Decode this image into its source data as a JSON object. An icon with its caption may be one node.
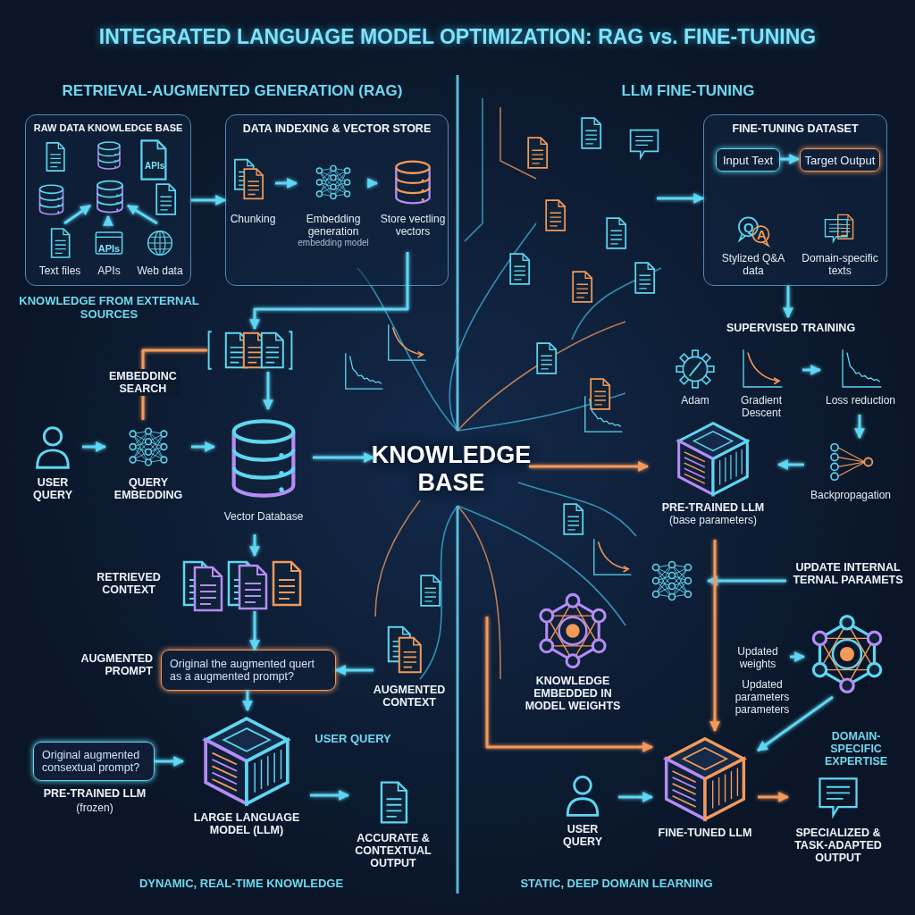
{
  "diagram": {
    "title": "INTEGRATED LANGUAGE MODEL OPTIMIZATION: RAG vs. FINE-TUNING",
    "nodes": [
      {
        "text": [
          "RAW DATA KNOWLEDGE BASE"
        ],
        "beside": [
          "KNOWLEDGE FROM EXTERNAL SOURCES"
        ]
      },
      {
        "text": [
          "Text files"
        ],
        "in": 0
      },
      {
        "text": [
          "APIs",
          "APIs"
        ],
        "in": 0
      },
      {
        "text": [
          "Web data"
        ],
        "in": 0
      },
      {
        "text": [],
        "shape": "cylinder",
        "in": 0
      },
      {
        "text": [
          "DATA INDEXING & VECTOR STORE"
        ]
      },
      {
        "text": [
          "Chunking"
        ],
        "in": 5
      },
      {
        "text": [
          "Embedding generation",
          "embedding model"
        ],
        "in": 5
      },
      {
        "text": [
          "Store vectling vectors"
        ],
        "in": 5
      },
      {
        "text": [],
        "shape": "picture"
      },
      {
        "text": [
          "USER QUERY"
        ]
      },
      {
        "text": [
          "QUERY EMBEDDING"
        ]
      },
      {
        "text": [
          "Vector Database"
        ]
      },
      {
        "text": [
          "KNOWLEDGE BASE"
        ]
      },
      {
        "text": [
          "RETRIEVED CONTEXT"
        ]
      },
      {
        "text": [
          "Original the augmented quert as a augmented prompt?"
        ],
        "beside": [
          "AUGMENTED PROMPT"
        ]
      },
      {
        "text": [
          "AUGMENTED CONTEXT"
        ]
      },
      {
        "text": [
          "LARGE LANGUAGE MODEL (LLM)"
        ]
      },
      {
        "text": [
          "Original augmented consextual prompt?"
        ],
        "beside": [
          "PRE-TRAINED LLM",
          "(frozen)"
        ]
      },
      {
        "text": [
          "ACCURATE & CONTEXTUAL OUTPUT"
        ]
      },
      {
        "text": [
          "FINE-TUNING DATASET"
        ]
      },
      {
        "text": [
          "Input Text"
        ],
        "in": 20
      },
      {
        "text": [
          "Target Output"
        ],
        "in": 20
      },
      {
        "text": [
          "Q",
          "A",
          "Stylized Q&A data"
        ],
        "in": 20
      },
      {
        "text": [
          "Domain-specific texts"
        ],
        "in": 20
      },
      {
        "text": [
          "SUPERVISED TRAINING"
        ]
      },
      {
        "text": [
          "Adam"
        ]
      },
      {
        "text": [
          "Gradient Descent"
        ]
      },
      {
        "text": [
          "Loss reduction"
        ]
      },
      {
        "text": [
          "Backpropagation"
        ]
      },
      {
        "text": [
          "PRE-TRAINED LLM",
          "(base parameters)"
        ]
      },
      {
        "text": [
          "UPDATE INTERNAL TERNAL PARAMETS"
        ]
      },
      {
        "text": [],
        "shape": "picture"
      },
      {
        "text": [
          "KNOWLEDGE EMBEDDED IN MODEL WEIGHTS"
        ]
      },
      {
        "text": [
          "Updated weights"
        ]
      },
      {
        "text": [],
        "shape": "picture"
      },
      {
        "text": [
          "FINE-TUNED LLM"
        ]
      },
      {
        "text": [
          "USER QUERY"
        ]
      },
      {
        "text": [
          "SPECIALIZED & TASK-ADAPTED OUTPUT"
        ]
      }
    ],
    "edges": [
      {
        "from": 1,
        "to": 4,
        "arrow": "to"
      },
      {
        "from": 2,
        "to": 4,
        "arrow": "to"
      },
      {
        "from": 3,
        "to": 4,
        "arrow": "to"
      },
      {
        "from": 0,
        "to": 5,
        "arrow": "to"
      },
      {
        "from": 6,
        "to": 7,
        "arrow": "to"
      },
      {
        "from": 7,
        "to": 8,
        "arrow": "to"
      },
      {
        "from": 8,
        "to": 9,
        "arrow": "to"
      },
      {
        "from": 10,
        "to": 11,
        "arrow": "to"
      },
      {
        "from": 11,
        "to": 12,
        "arrow": "to"
      },
      {
        "from": 9,
        "to": 12,
        "arrow": "to"
      },
      {
        "from": 11,
        "to": 9,
        "arrow": "none",
        "label": "EMBEDDINC SEARCH",
        "color": "#f39a5b"
      },
      {
        "from": 12,
        "to": 13,
        "arrow": "to"
      },
      {
        "from": 12,
        "to": 14,
        "arrow": "to"
      },
      {
        "from": 14,
        "to": 15,
        "arrow": "to"
      },
      {
        "from": 16,
        "to": 15,
        "arrow": "to"
      },
      {
        "from": 15,
        "to": 17,
        "arrow": "to"
      },
      {
        "from": 18,
        "to": 17,
        "arrow": "to"
      },
      {
        "from": 17,
        "to": 19,
        "arrow": "to"
      },
      {
        "from": 21,
        "to": 22,
        "arrow": "to"
      },
      {
        "from": null,
        "to": 20,
        "arrow": "to"
      },
      {
        "from": 20,
        "to": 25,
        "arrow": "to"
      },
      {
        "from": 27,
        "to": 28,
        "arrow": "to"
      },
      {
        "from": 28,
        "to": 29,
        "arrow": "to"
      },
      {
        "from": 29,
        "to": 30,
        "arrow": "to"
      },
      {
        "from": 13,
        "to": 30,
        "arrow": "to",
        "color": "#f39a5b"
      },
      {
        "from": 31,
        "to": 32,
        "arrow": "to"
      },
      {
        "from": 34,
        "to": 35,
        "arrow": "to"
      },
      {
        "from": 30,
        "to": 36,
        "arrow": "to",
        "color": "#f39a5b"
      },
      {
        "from": 35,
        "to": 36,
        "arrow": "to",
        "label": "DOMAIN-SPECIFIC EXPERTISE"
      },
      {
        "from": null,
        "to": 36,
        "arrow": "to",
        "color": "#f39a5b"
      },
      {
        "from": 37,
        "to": 36,
        "arrow": "to"
      },
      {
        "from": 36,
        "to": 38,
        "arrow": "to",
        "color": "#f39a5b"
      }
    ],
    "labels": [
      "RETRIEVAL-AUGMENTED GENERATION (RAG)",
      "LLM FINE-TUNING",
      "APIs",
      "USER QUERY",
      "Updated parameters parameters",
      "DYNAMIC, REAL-TIME KNOWLEDGE",
      "STATIC, DEEP DOMAIN LEARNING"
    ]
  }
}
